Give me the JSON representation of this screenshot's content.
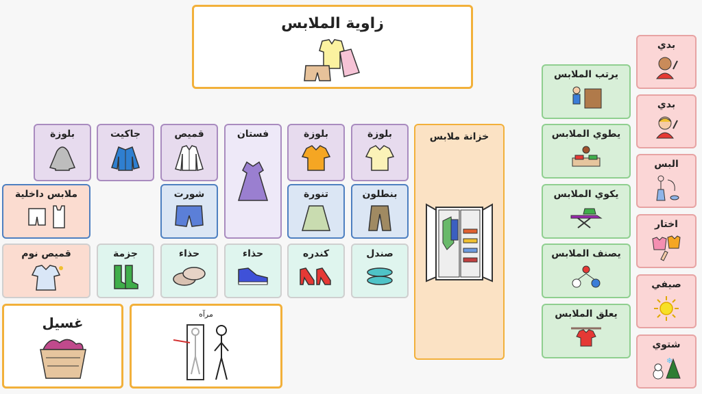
{
  "header": {
    "title": "زاوية الملابس"
  },
  "wardrobe": {
    "label": "خزانة ملابس"
  },
  "clothes_row1": [
    {
      "label": "بلوزة",
      "icon": "blouse-icon"
    },
    {
      "label": "بلوزة",
      "icon": "orange-blouse-icon"
    },
    {
      "label": "فستان",
      "icon": "dress-icon"
    },
    {
      "label": "قميص",
      "icon": "shirt-icon"
    },
    {
      "label": "جاكيت",
      "icon": "jacket-icon"
    },
    {
      "label": "بلوزة",
      "icon": "hoodie-icon"
    }
  ],
  "clothes_row2": [
    {
      "label": "بنطلون",
      "icon": "trousers-icon"
    },
    {
      "label": "تنورة",
      "icon": "skirt-icon"
    },
    {
      "label": "شورت",
      "icon": "shorts-icon"
    },
    {
      "label": "ملابس داخلية",
      "icon": "underwear-icon"
    }
  ],
  "clothes_row3": [
    {
      "label": "صندل",
      "icon": "sandal-icon"
    },
    {
      "label": "كندره",
      "icon": "heels-icon"
    },
    {
      "label": "حذاء",
      "icon": "sneaker-icon"
    },
    {
      "label": "حذاء",
      "icon": "slipper-icon"
    },
    {
      "label": "جزمة",
      "icon": "boots-icon"
    },
    {
      "label": "قميص نوم",
      "icon": "nightgown-icon"
    }
  ],
  "laundry": {
    "label": "غسيل"
  },
  "mirror": {
    "label": "مرآه"
  },
  "actions": [
    {
      "label": "يرتب الملابس",
      "icon": "arrange-clothes-icon"
    },
    {
      "label": "يطوي الملابس",
      "icon": "fold-clothes-icon"
    },
    {
      "label": "يكوي الملابس",
      "icon": "iron-icon"
    },
    {
      "label": "يصنف الملابس",
      "icon": "sort-clothes-icon"
    },
    {
      "label": "يعلق الملابس",
      "icon": "hang-clothes-icon"
    }
  ],
  "verbs": [
    {
      "label": "بدي",
      "icon": "boy-waving-icon"
    },
    {
      "label": "بدي",
      "icon": "girl-waving-icon"
    },
    {
      "label": "البس",
      "icon": "dress-up-icon"
    },
    {
      "label": "اختار",
      "icon": "choose-icon"
    },
    {
      "label": "صيفي",
      "icon": "sun-icon"
    },
    {
      "label": "شتوي",
      "icon": "winter-icon"
    }
  ]
}
